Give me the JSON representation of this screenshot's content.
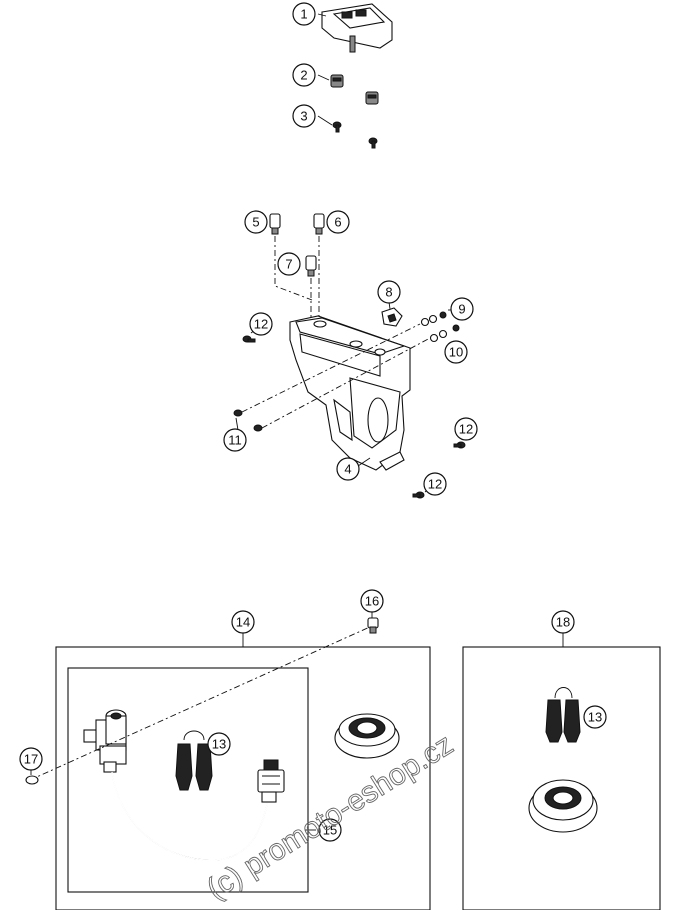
{
  "callouts": {
    "c1": "1",
    "c2": "2",
    "c3": "3",
    "c4": "4",
    "c5": "5",
    "c6": "6",
    "c7": "7",
    "c8": "8",
    "c9": "9",
    "c10": "10",
    "c11": "11",
    "c12a": "12",
    "c12b": "12",
    "c12c": "12",
    "c13a": "13",
    "c13b": "13",
    "c14": "14",
    "c15": "15",
    "c16": "16",
    "c17": "17",
    "c18": "18"
  },
  "watermark": "(c) promoto-eshop.cz"
}
